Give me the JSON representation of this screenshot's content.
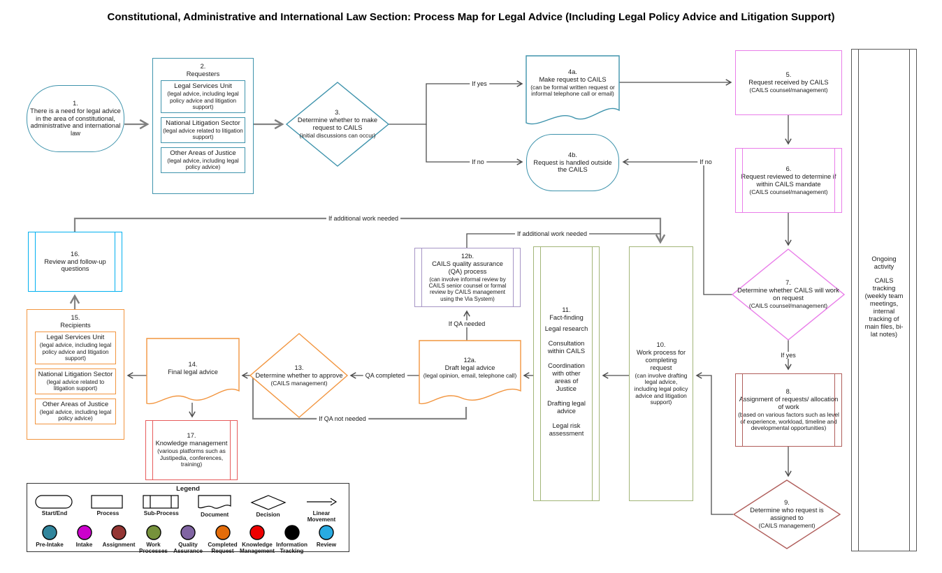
{
  "title": "Constitutional, Administrative and International Law Section: Process Map for Legal Advice (Including Legal Policy Advice and Litigation Support)",
  "nodes": {
    "n1": {
      "num": "1.",
      "main": "There is a need for legal advice in the area of constitutional, administrative and international law"
    },
    "n2": {
      "num": "2.",
      "main": "Requesters",
      "children": [
        {
          "title": "Legal Services Unit",
          "note": "(legal advice, including legal policy advice and litigation support)"
        },
        {
          "title": "National Litigation Sector",
          "note": "(legal advice related to litigation support)"
        },
        {
          "title": "Other Areas of Justice",
          "note": "(legal advice, including legal policy advice)"
        }
      ]
    },
    "n3": {
      "num": "3.",
      "main": "Determine whether to make request to CAILS",
      "note": "(initial discussions can occur)"
    },
    "n4a": {
      "num": "4a.",
      "main": "Make request to CAILS",
      "note": "(can be formal written request or informal telephone call or email)"
    },
    "n4b": {
      "num": "4b.",
      "main": "Request is handled outside the CAILS"
    },
    "n5": {
      "num": "5.",
      "main": "Request received by CAILS",
      "note": "(CAILS counsel/management)"
    },
    "n6": {
      "num": "6.",
      "main": "Request reviewed to determine if within CAILS mandate",
      "note": "(CAILS counsel/management)"
    },
    "n7": {
      "num": "7.",
      "main": "Determine whether CAILS will work on request",
      "note": "(CAILS counsel/management)"
    },
    "n8": {
      "num": "8.",
      "main": "Assignment of requests/ allocation of work",
      "note": "(based on various factors such as level of experience, workload, timeline and developmental opportunities)"
    },
    "n9": {
      "num": "9.",
      "main": "Determine who request is assigned to",
      "note": "(CAILS management)"
    },
    "n10": {
      "num": "10.",
      "main": "Work process for completing request",
      "note": "(can involve drafting legal advice, including legal policy advice and litigation support)"
    },
    "n11": {
      "num": "11.",
      "main": "Fact-finding",
      "items": [
        "Legal research",
        "Consultation within CAILS",
        "Coordination with other areas of Justice",
        "Drafting legal advice",
        "Legal risk assessment"
      ]
    },
    "n12a": {
      "num": "12a.",
      "main": "Draft legal advice",
      "note": "(legal opinion, email, telephone call)"
    },
    "n12b": {
      "num": "12b.",
      "main": "CAILS quality assurance (QA) process",
      "note": "(can involve informal review by CAILS senior counsel or formal review by CAILS management using the Via System)"
    },
    "n13": {
      "num": "13.",
      "main": "Determine whether to approve",
      "note": "(CAILS management)"
    },
    "n14": {
      "num": "14.",
      "main": "Final legal advice"
    },
    "n15": {
      "num": "15.",
      "main": "Recipients",
      "children": [
        {
          "title": "Legal Services Unit",
          "note": "(legal advice, including legal policy advice and litigation support)"
        },
        {
          "title": "National Litigation Sector",
          "note": "(legal advice related to litigation support)"
        },
        {
          "title": "Other Areas of Justice",
          "note": "(legal advice, including legal policy advice)"
        }
      ]
    },
    "n16": {
      "num": "16.",
      "main": "Review and follow-up questions"
    },
    "n17": {
      "num": "17.",
      "main": "Knowledge management",
      "note": "(various platforms such as Justipedia, conferences, training)"
    },
    "ongoing": {
      "line1": "Ongoing activity",
      "line2": "CAILS tracking (weekly team meetings, internal tracking of main files, bi-lat notes)"
    }
  },
  "labels": {
    "if_yes_3": "If yes",
    "if_no_3": "If no",
    "if_no_7": "If no",
    "if_yes_7": "If yes",
    "additional_16": "If additional work needed",
    "additional_12b": "If additional work needed",
    "qa_needed": "If QA needed",
    "qa_completed": "QA completed",
    "qa_not_needed": "If QA not needed"
  },
  "legend": {
    "title": "Legend",
    "shapes": [
      {
        "label": "Start/End"
      },
      {
        "label": "Process"
      },
      {
        "label": "Sub-Process"
      },
      {
        "label": "Document"
      },
      {
        "label": "Decision"
      },
      {
        "label": "Linear Movement"
      }
    ],
    "categories": [
      {
        "label": "Pre-Intake",
        "color": "#31859C"
      },
      {
        "label": "Intake",
        "color": "#CC00CC"
      },
      {
        "label": "Assignment",
        "color": "#943634"
      },
      {
        "label": "Work Processes",
        "color": "#76923C"
      },
      {
        "label": "Quality Assurance",
        "color": "#8064A2"
      },
      {
        "label": "Completed Request",
        "color": "#E36C0A"
      },
      {
        "label": "Knowledge Management",
        "color": "#EE0000"
      },
      {
        "label": "Information Tracking",
        "color": "#000000"
      },
      {
        "label": "Review",
        "color": "#29ABE2"
      }
    ]
  }
}
